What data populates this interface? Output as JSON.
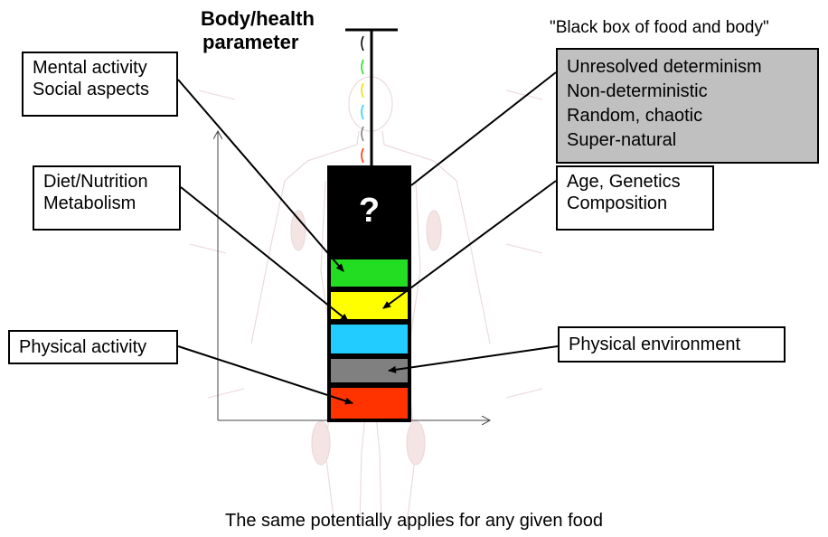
{
  "diagram": {
    "axis_title": [
      "Body/health",
      "parameter"
    ],
    "black_box_title": "\"Black box of food and body\"",
    "unknown_mark": "?",
    "black_box_items": [
      "Unresolved determinism",
      "Non-deterministic",
      "Random, chaotic",
      "Super-natural"
    ],
    "factors": {
      "mental": [
        "Mental activity",
        "Social aspects"
      ],
      "diet": [
        "Diet/Nutrition",
        "Metabolism"
      ],
      "physical_activity": "Physical activity",
      "age": [
        "Age, Genetics",
        "Composition"
      ],
      "environment": "Physical environment"
    },
    "caption": "The same potentially applies for any given food"
  },
  "colors": {
    "black_box": "#000000",
    "mental": "#22dd22",
    "age": "#ffff00",
    "diet": "#22ccff",
    "environment": "#808080",
    "physical": "#ff3300",
    "grey_box": "#c0c0c0"
  }
}
